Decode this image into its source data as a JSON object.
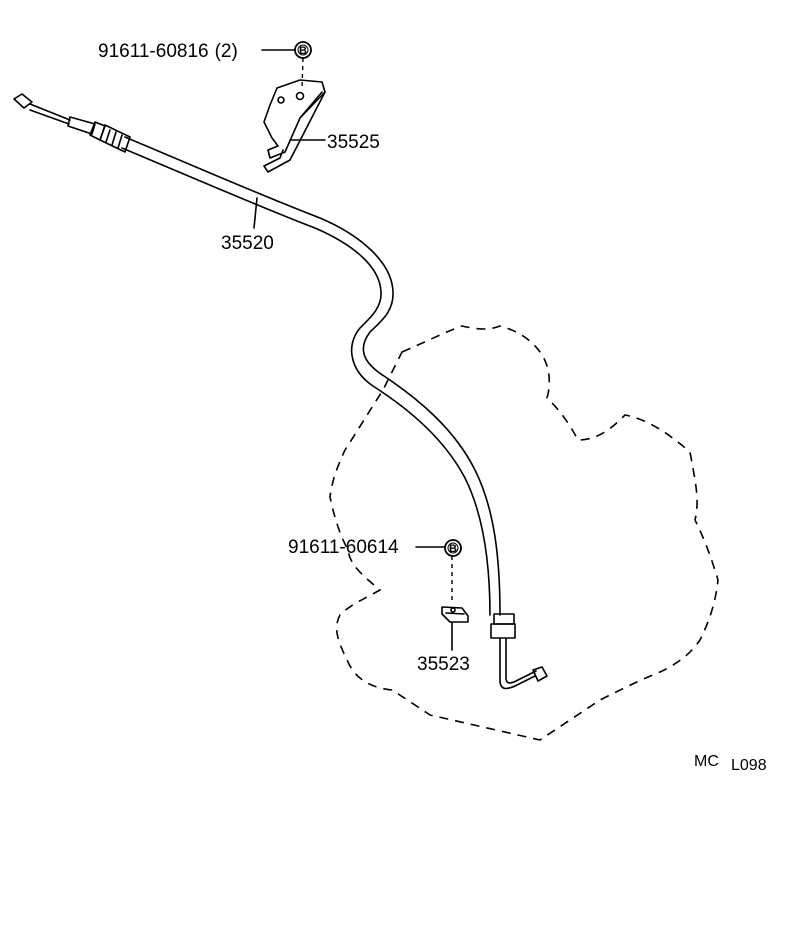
{
  "parts": {
    "bolt_top": {
      "number": "91611-60816",
      "qty": "(2)",
      "symbol": "B"
    },
    "bracket": {
      "number": "35525"
    },
    "cable": {
      "number": "35520"
    },
    "bolt_bottom": {
      "number": "91611-60614",
      "symbol": "B"
    },
    "clamp": {
      "number": "35523"
    }
  },
  "reference": {
    "model": "MC",
    "code": "L098"
  }
}
